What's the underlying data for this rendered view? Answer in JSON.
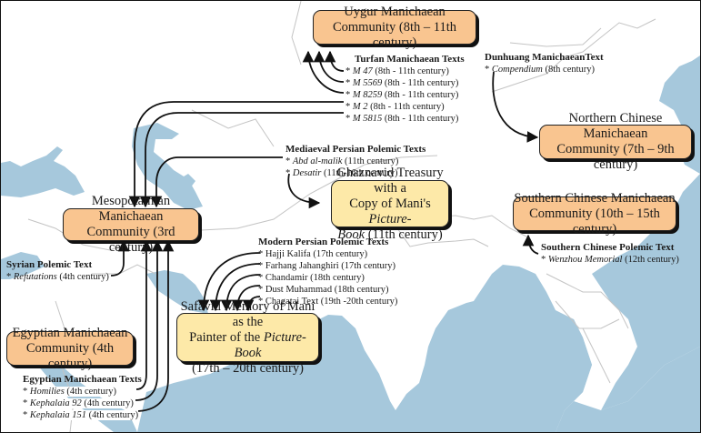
{
  "map": {
    "colors": {
      "water": "#a6c8dc",
      "land": "#ffffff",
      "border": "#c4c4c4",
      "community_box": "#f9c590",
      "artifact_box": "#fde9a8",
      "arrow": "#111111"
    }
  },
  "communities": {
    "uygur": {
      "line1": "Uygur Manichaean",
      "line2": "Community (8th – 11th century)"
    },
    "northern_chinese": {
      "line1": "Northern Chinese Manichaean",
      "line2": "Community (7th – 9th century)"
    },
    "southern_chinese": {
      "line1": "Southern Chinese Manichaean",
      "line2": "Community (10th – 15th century)"
    },
    "mesopotamian": {
      "line1": "Mesopotamian Manichaean",
      "line2": "Community (3rd century)"
    },
    "egyptian": {
      "line1": "Egyptian Manichaean",
      "line2": "Community (4th century)"
    }
  },
  "artifacts": {
    "ghaznavid": {
      "line1": "Ghaznavid Treasury with a",
      "line2a": "Copy of Mani's ",
      "line2b": "Picture-",
      "line3a": "Book",
      "line3b": " (11th century)"
    },
    "safavid": {
      "line1": "Safavid Memory of Mani as the",
      "line2a": "Painter of the ",
      "line2b": "Picture-Book",
      "line3": "(17th – 20th century)"
    }
  },
  "text_groups": {
    "turfan": {
      "heading": "Turfan Manichaean Texts",
      "items": [
        {
          "title": "M 47",
          "date": "(8th - 11th century)"
        },
        {
          "title": "M 5569",
          "date": "(8th - 11th century)"
        },
        {
          "title": "M 8259",
          "date": " (8th - 11th century)"
        },
        {
          "title": "M 2",
          "date": "(8th - 11th century)"
        },
        {
          "title": "M 5815",
          "date": "(8th - 11th century)"
        }
      ]
    },
    "dunhuang": {
      "heading": "Dunhuang  ManichaeanText",
      "items": [
        {
          "title": "Compendium",
          "date": "(8th century)"
        }
      ]
    },
    "mediaeval_persian": {
      "heading": "Mediaeval Persian Polemic Texts",
      "items": [
        {
          "title": "Abd al-malik",
          "date": "(11th century)"
        },
        {
          "title": "Desatir",
          "date": "(11th-16th century)"
        }
      ]
    },
    "syrian": {
      "heading": "Syrian Polemic Text",
      "items": [
        {
          "title": "Refutations",
          "date": "(4th century)"
        }
      ]
    },
    "modern_persian": {
      "heading": "Modern Persian Polemic Texts",
      "items": [
        {
          "title": "Hajji Kalifa (17th century)"
        },
        {
          "title": "Farhang Jahanghiri (17th century)"
        },
        {
          "title": "Chandamir (18th century)"
        },
        {
          "title": "Dust Muhammad (18th century)"
        },
        {
          "title": "Chagatai Text (19th -20th century)"
        }
      ]
    },
    "southern_chinese_polemic": {
      "heading": "Southern Chinese Polemic Text",
      "items": [
        {
          "title": "Wenzhou Memorial",
          "date": "(12th century)"
        }
      ]
    },
    "egyptian_texts": {
      "heading": "Egyptian  Manichaean Texts",
      "items": [
        {
          "title": "Homilies",
          "date": "(4th century)"
        },
        {
          "title": "Kephalaia 92",
          "date": "(4th century)"
        },
        {
          "title": "Kephalaia 151",
          "date": "(4th century)"
        }
      ]
    },
    "bullet": "* "
  }
}
